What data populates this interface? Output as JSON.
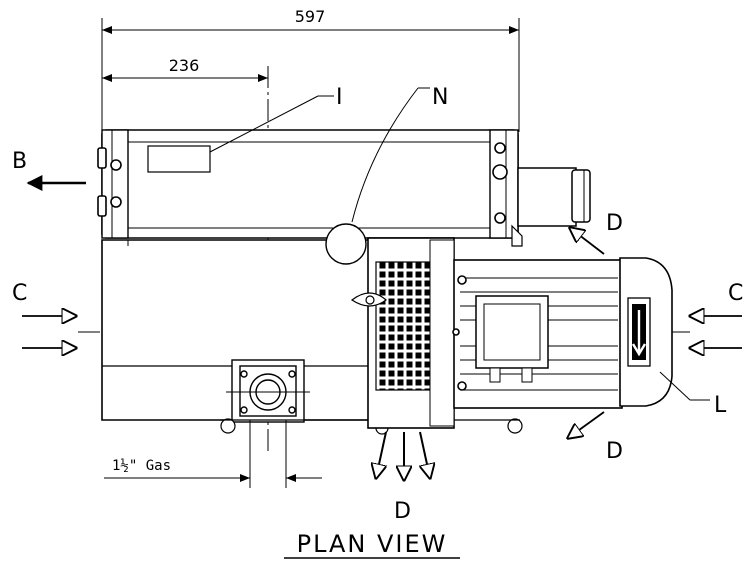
{
  "drawing": {
    "title": "PLAN VIEW",
    "dimensions": {
      "overall": "597",
      "partial": "236",
      "port": "1½\" Gas"
    },
    "labels": {
      "I": "I",
      "N": "N",
      "B": "B",
      "C_left": "C",
      "C_right": "C",
      "D_top": "D",
      "D_bottom": "D",
      "D_right": "D",
      "L": "L"
    }
  }
}
